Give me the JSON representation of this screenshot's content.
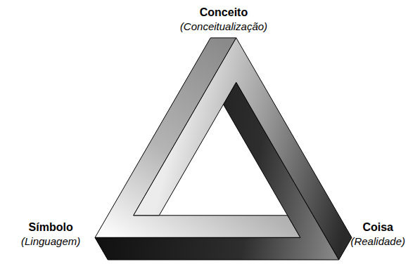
{
  "diagram": {
    "labels": [
      "Conceito",
      "(Conceitualização)",
      "Símbolo",
      "(Linguagem)",
      "Coisa",
      "(Realidade)"
    ]
  }
}
